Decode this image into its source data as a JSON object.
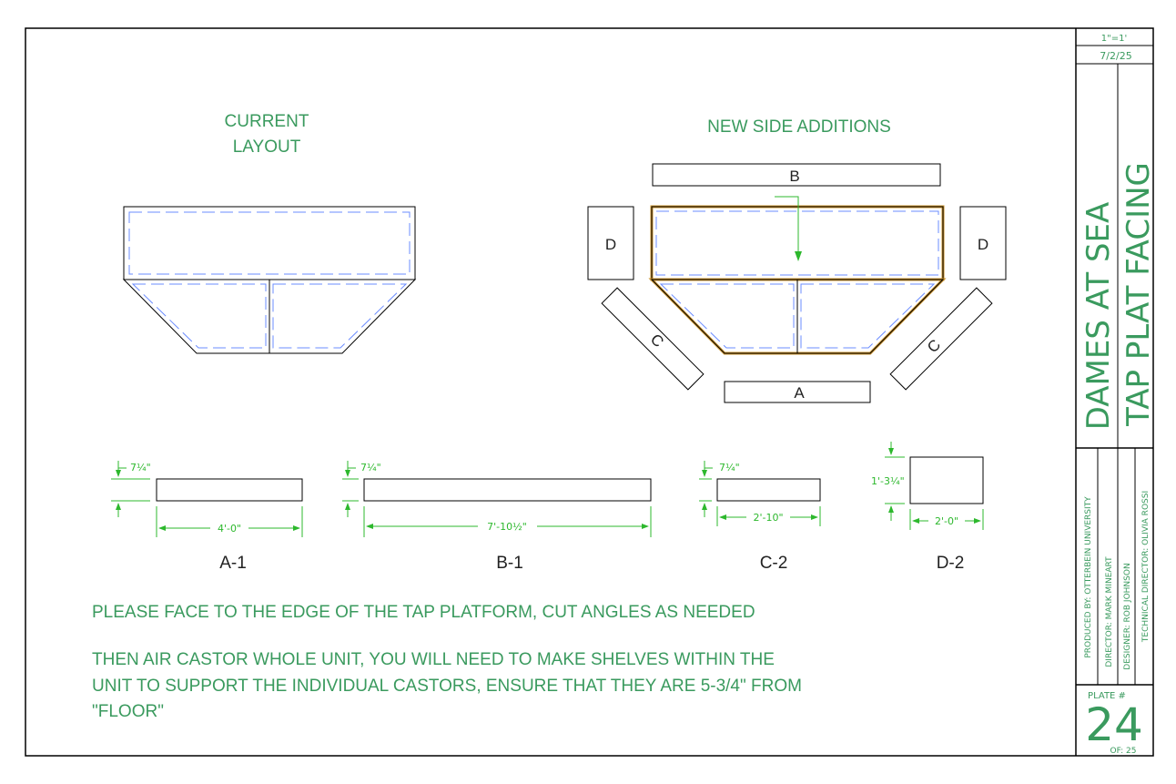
{
  "title_block": {
    "scale": "1\"=1'",
    "date": "7/2/25",
    "show_title": "DAMES AT SEA",
    "drawing_title": "TAP PLAT FACING",
    "produced_by": "PRODUCED BY: OTTERBEIN UNIVERSITY",
    "director": "DIRECTOR: MARK MINEART",
    "designer": "DESIGNER: ROB JOHNSON",
    "technical_director": "TECHNICAL DIRECTOR: OLIVIA ROSSI",
    "plate_label": "PLATE #",
    "plate_number": "24",
    "plate_of": "OF: 25"
  },
  "current_layout": {
    "title_line1": "CURRENT",
    "title_line2": "LAYOUT"
  },
  "new_side_additions": {
    "title": "NEW SIDE ADDITIONS",
    "labels": {
      "a": "A",
      "b": "B",
      "c_left": "C",
      "c_right": "C",
      "d_left": "D",
      "d_right": "D"
    }
  },
  "pieces": [
    {
      "name": "A-1",
      "thickness": "7¼\"",
      "length": "4'-0\""
    },
    {
      "name": "B-1",
      "thickness": "7¼\"",
      "length": "7'-10½\""
    },
    {
      "name": "C-2",
      "thickness": "7¼\"",
      "length": "2'-10\""
    },
    {
      "name": "D-2",
      "thickness": "1'-3¼\"",
      "length": "2'-0\""
    }
  ],
  "notes": {
    "line1": "PLEASE FACE TO THE EDGE OF THE TAP PLATFORM, CUT ANGLES AS NEEDED",
    "line2": "THEN AIR CASTOR WHOLE UNIT, YOU WILL NEED TO MAKE SHELVES WITHIN THE",
    "line3": "UNIT TO SUPPORT THE INDIVIDUAL CASTORS, ENSURE THAT THEY ARE 5-3/4\" FROM",
    "line4": "\"FLOOR\""
  },
  "colors": {
    "text_green": "#3a9a5e",
    "dimension_green": "#2db82d",
    "hidden_line_blue": "#6b8cff",
    "highlight_orange": "#c8902a"
  }
}
